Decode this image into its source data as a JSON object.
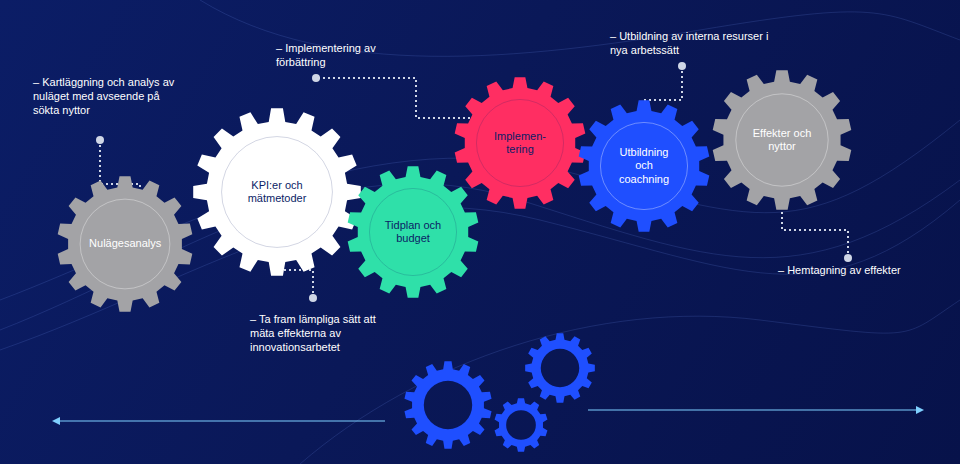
{
  "diagram": {
    "nodes": [
      {
        "text": [
          "Nulägesanalys"
        ]
      },
      {
        "text": [
          "KPI:er och mätmetoder"
        ]
      },
      {
        "text": [
          "Tidplan och budget"
        ]
      },
      {
        "text": [
          "Implemen- tering"
        ]
      },
      {
        "text": [
          "Utbildning och coachning"
        ]
      },
      {
        "text": [
          "Effekter och nyttor"
        ]
      }
    ],
    "labels": [
      "– Kartläggning och analys av nuläget med avseende på sökta nyttor",
      "– Implementering av förbättring",
      "– Utbildning av interna resurser i nya arbetssätt",
      "– Ta fram lämpliga sätt att mäta effekterna av innovationsarbetet",
      "– Hemtagning av effekter"
    ]
  }
}
